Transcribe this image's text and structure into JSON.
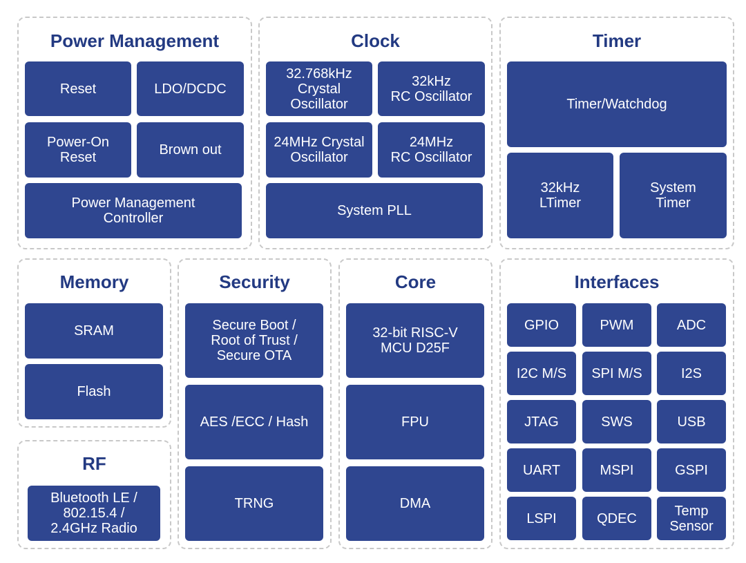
{
  "power_management": {
    "title": "Power Management",
    "reset": "Reset",
    "ldo_dcdc": "LDO/DCDC",
    "power_on_reset": "Power-On\nReset",
    "brown_out": "Brown out",
    "controller": "Power Management\nController"
  },
  "clock": {
    "title": "Clock",
    "crystal_32k": "32.768kHz\nCrystal\nOscillator",
    "rc_32k": "32kHz\nRC Oscillator",
    "crystal_24m": "24MHz Crystal\nOscillator",
    "rc_24m": "24MHz\nRC Oscillator",
    "pll": "System PLL"
  },
  "timer": {
    "title": "Timer",
    "watchdog": "Timer/Watchdog",
    "ltimer": "32kHz\nLTimer",
    "system_timer": "System\nTimer"
  },
  "memory": {
    "title": "Memory",
    "sram": "SRAM",
    "flash": "Flash"
  },
  "rf": {
    "title": "RF",
    "radio": "Bluetooth LE /\n802.15.4 /\n2.4GHz Radio"
  },
  "security": {
    "title": "Security",
    "secure_boot": "Secure Boot /\nRoot of Trust /\nSecure OTA",
    "aes": "AES /ECC / Hash",
    "trng": "TRNG"
  },
  "core": {
    "title": "Core",
    "cpu": "32-bit RISC-V\nMCU D25F",
    "fpu": "FPU",
    "dma": "DMA"
  },
  "interfaces": {
    "title": "Interfaces",
    "items": [
      "GPIO",
      "PWM",
      "ADC",
      "I2C M/S",
      "SPI M/S",
      "I2S",
      "JTAG",
      "SWS",
      "USB",
      "UART",
      "MSPI",
      "GSPI",
      "LSPI",
      "QDEC",
      "Temp\nSensor"
    ]
  }
}
